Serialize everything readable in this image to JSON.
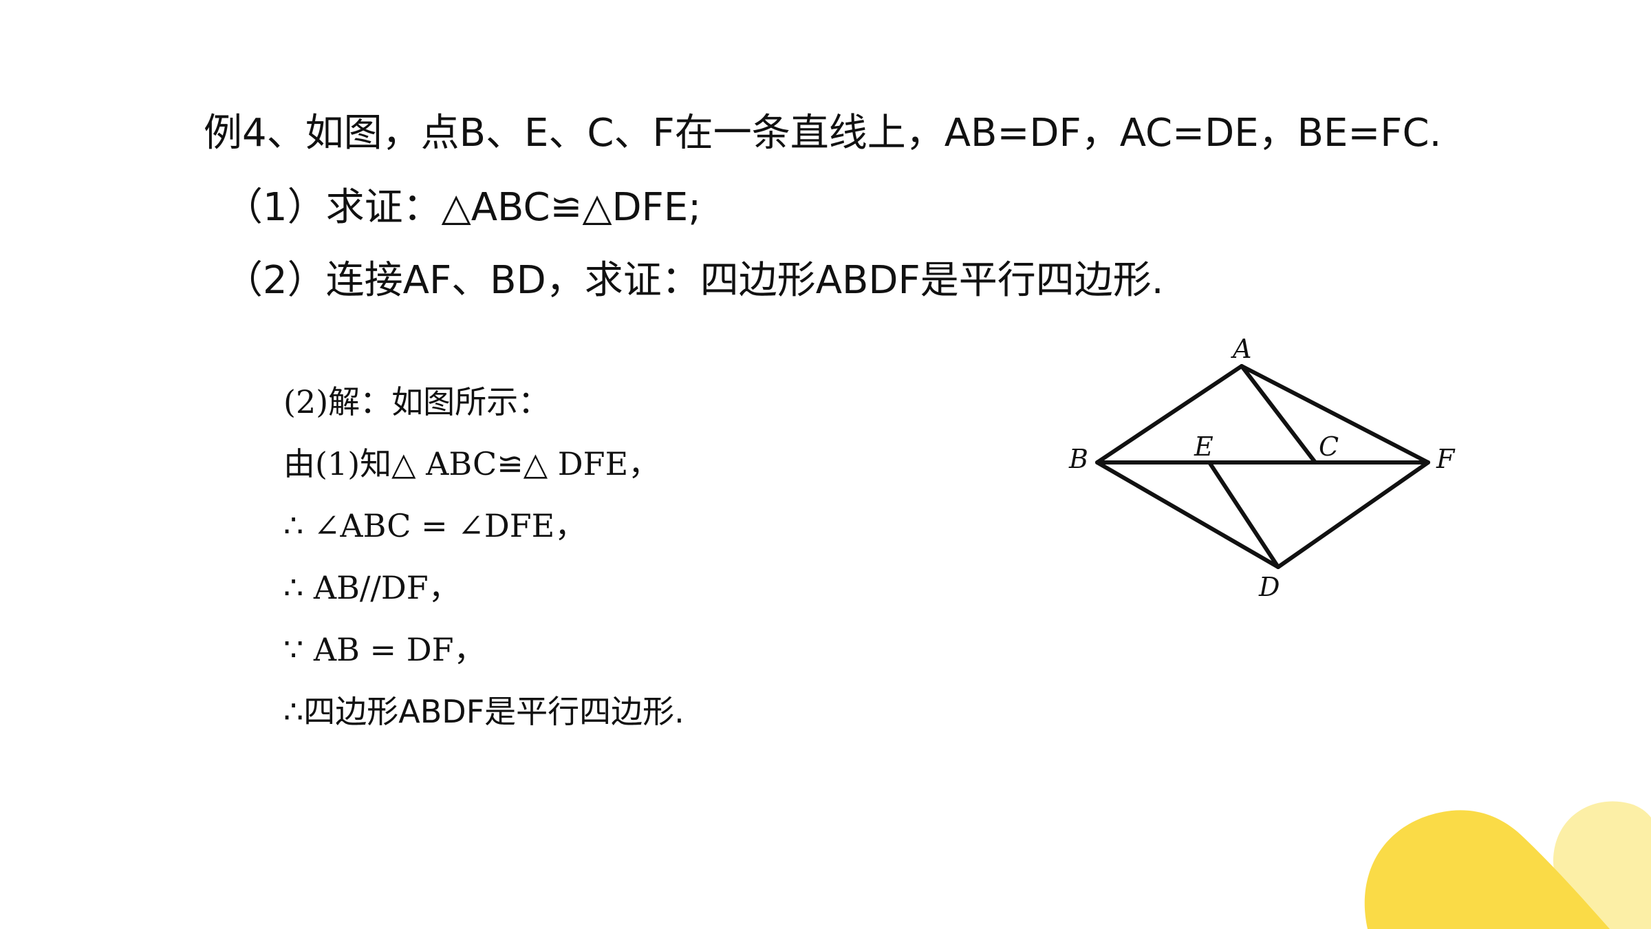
{
  "problem": {
    "line1": "例4、如图，点B、E、C、F在一条直线上，AB=DF，AC=DE，BE=FC.",
    "line2": "（1）求证：△ABC≌△DFE;",
    "line3": "（2）连接AF、BD，求证：四边形ABDF是平行四边形."
  },
  "solution": {
    "line1": "(2)解：如图所示：",
    "line2": "由(1)知△ ABC≌△ DFE，",
    "line3": "∴ ∠ABC = ∠DFE，",
    "line4": "∴ AB//DF，",
    "line5": "∵ AB = DF，",
    "line6": "∴四边形ABDF是平行四边形."
  },
  "diagram": {
    "labels": {
      "A": "A",
      "B": "B",
      "C": "C",
      "D": "D",
      "E": "E",
      "F": "F"
    }
  },
  "colors": {
    "corner_primary": "#FADB47",
    "corner_secondary": "#FCEFA6",
    "text": "#111111"
  }
}
